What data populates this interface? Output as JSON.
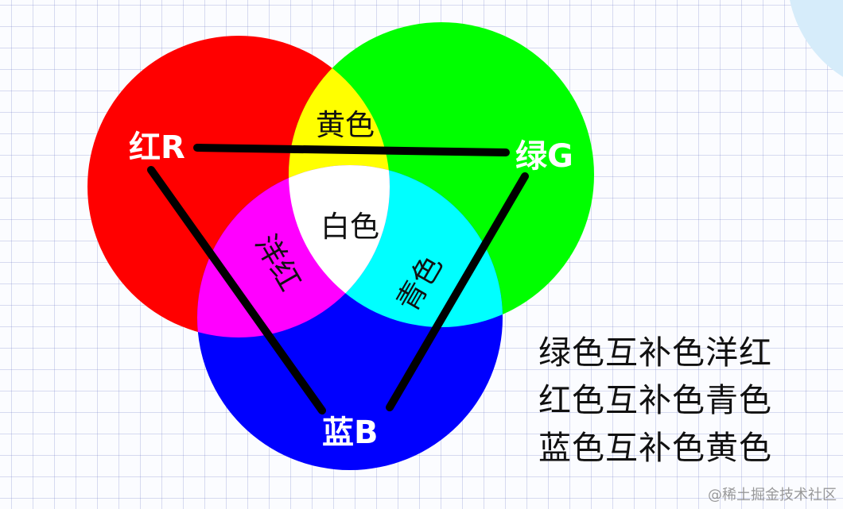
{
  "diagram": {
    "primaries": [
      {
        "key": "red",
        "label": "红R",
        "color": "#ff0000"
      },
      {
        "key": "green",
        "label": "绿G",
        "color": "#00ff00"
      },
      {
        "key": "blue",
        "label": "蓝B",
        "color": "#0000ff"
      }
    ],
    "overlaps": {
      "red_green": {
        "label": "黄色",
        "color": "#ffff00"
      },
      "green_blue": {
        "label": "青色",
        "color": "#00ffff"
      },
      "red_blue": {
        "label": "洋红",
        "color": "#ff00ff"
      },
      "center": {
        "label": "白色",
        "color": "#ffffff"
      }
    }
  },
  "notes": [
    "绿色互补色洋红",
    "红色互补色青色",
    "蓝色互补色黄色"
  ],
  "watermark": "@稀土掘金技术社区",
  "decor": {
    "corner_circle_color": "#d6ecfa",
    "line_color": "#000000"
  }
}
